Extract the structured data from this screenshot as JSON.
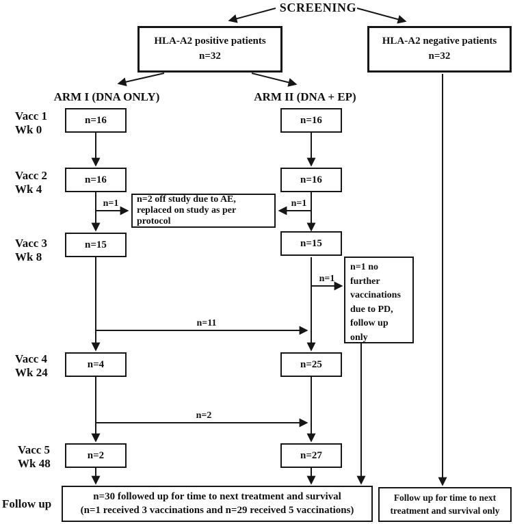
{
  "colors": {
    "ink": "#161616",
    "background": "#ffffff"
  },
  "title": "SCREENING",
  "screening_boxes": {
    "positive": {
      "line1": "HLA-A2 positive patients",
      "line2": "n=32"
    },
    "negative": {
      "line1": "HLA-A2 negative patients",
      "line2": "n=32"
    }
  },
  "arms": {
    "arm1": {
      "label": "ARM I (DNA ONLY)",
      "counts": {
        "vacc1": "n=16",
        "vacc2": "n=16",
        "vacc3": "n=15",
        "vacc4": "n=4",
        "vacc5": "n=2"
      }
    },
    "arm2": {
      "label": "ARM II (DNA + EP)",
      "counts": {
        "vacc1": "n=16",
        "vacc2": "n=16",
        "vacc3": "n=15",
        "vacc4": "n=25",
        "vacc5": "n=27"
      }
    }
  },
  "row_labels": {
    "vacc1": {
      "line1": "Vacc 1",
      "line2": "Wk 0"
    },
    "vacc2": {
      "line1": "Vacc 2",
      "line2": "Wk 4"
    },
    "vacc3": {
      "line1": "Vacc 3",
      "line2": "Wk 8"
    },
    "vacc4": {
      "line1": "Vacc 4",
      "line2": "Wk 24"
    },
    "vacc5": {
      "line1": "Vacc 5",
      "line2": "Wk 48"
    },
    "followup": "Follow up"
  },
  "side_boxes": {
    "ae": {
      "lines": [
        "n=2 off study due to AE,",
        "replaced on study as per",
        "protocol"
      ]
    },
    "pd": {
      "lines": [
        "n=1 no",
        "further",
        "vaccinations",
        "due to PD,",
        "follow up",
        "only"
      ]
    }
  },
  "edge_labels": {
    "arm1_ae": "n=1",
    "arm2_ae": "n=1",
    "arm2_pd": "n=1",
    "crossover_wk24": "n=11",
    "crossover_wk48": "n=2"
  },
  "followup_boxes": {
    "main": {
      "lines": [
        "n=30 followed up for time to next treatment and survival",
        "(n=1 received 3 vaccinations and n=29 received 5 vaccinations)"
      ]
    },
    "negative": {
      "lines": [
        "Follow up for time to next",
        "treatment and survival only"
      ]
    }
  }
}
